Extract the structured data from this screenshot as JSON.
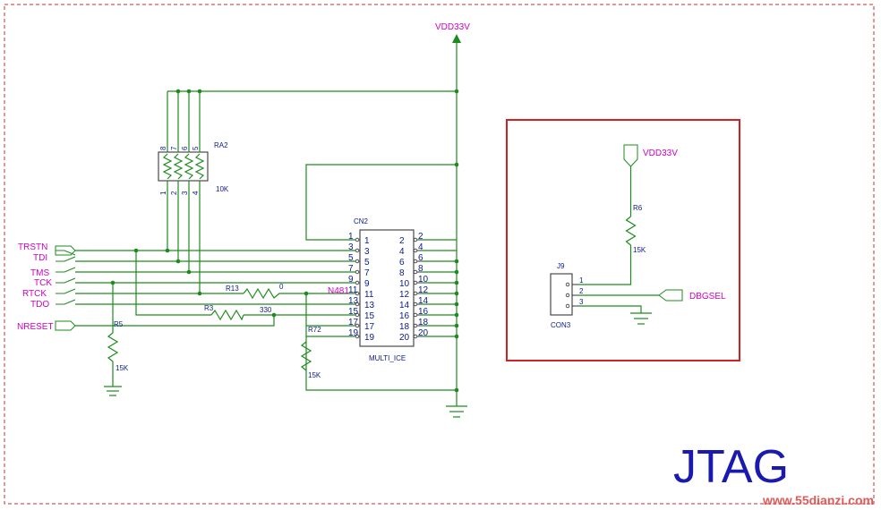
{
  "power": {
    "vdd": "VDD33V",
    "vdd_right": "VDD33V"
  },
  "nets": [
    "TRSTN",
    "TDI",
    "TMS",
    "TCK",
    "RTCK",
    "TDO",
    "NRESET"
  ],
  "ra2": {
    "ref": "RA2",
    "value": "10K",
    "pins_top": [
      "8",
      "7",
      "6",
      "5"
    ],
    "pins_bottom": [
      "1",
      "2",
      "3",
      "4"
    ]
  },
  "cn2": {
    "ref": "CN2",
    "name": "MULTI_ICE",
    "left_pins": [
      "1",
      "3",
      "5",
      "7",
      "9",
      "11",
      "13",
      "15",
      "17",
      "19"
    ],
    "right_pins": [
      "2",
      "4",
      "6",
      "8",
      "10",
      "12",
      "14",
      "16",
      "18",
      "20"
    ]
  },
  "r13": {
    "ref": "R13",
    "value": "0"
  },
  "r3": {
    "ref": "R3",
    "value": "330"
  },
  "r5": {
    "ref": "R5",
    "value": "15K"
  },
  "r72": {
    "ref": "R72",
    "value": "15K"
  },
  "n481": "N481",
  "r6": {
    "ref": "R6",
    "value": "15K"
  },
  "j9": {
    "ref": "J9",
    "name": "CON3",
    "pins": [
      "1",
      "2",
      "3"
    ]
  },
  "dbgsel": "DBGSEL",
  "title": "JTAG",
  "watermark": "www.55dianzi.com",
  "colors": {
    "wire": "#1e8a1e",
    "net_label": "#d000c0",
    "component": "#0a1a8a",
    "highlight": "#d42020",
    "title": "#1a1ab0",
    "border": "#c03030"
  }
}
